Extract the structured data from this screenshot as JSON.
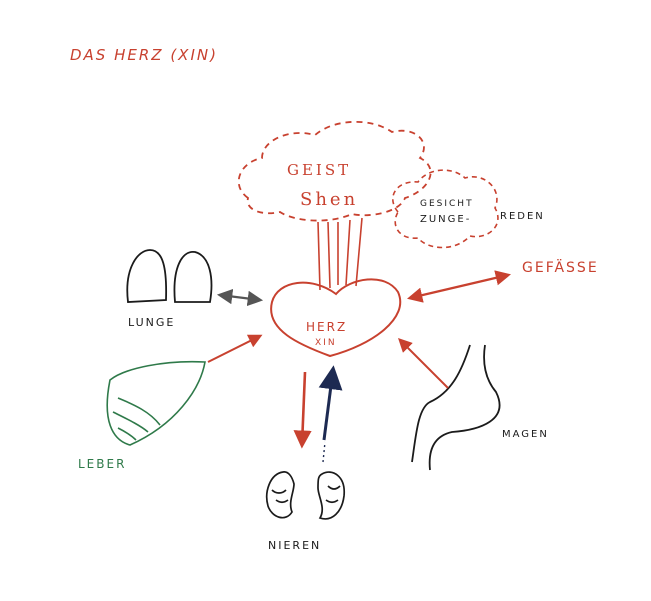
{
  "title": "DAS HERZ (XIN)",
  "colors": {
    "red": "#c8412f",
    "dark_red": "#b63022",
    "green": "#2f7a4a",
    "black": "#1b1b1b",
    "navy": "#1d2a52"
  },
  "center": {
    "label_top": "HERZ",
    "label_bottom": "XIN"
  },
  "spirit": {
    "label_top": "GEIST",
    "label_bottom": "Shen"
  },
  "senses": {
    "line1": "GESICHT",
    "line2": "ZUNGE-",
    "line3": "REDEN"
  },
  "organs": {
    "lung": "LUNGE",
    "liver": "LEBER",
    "kidneys": "NIEREN",
    "stomach": "MAGEN",
    "vessels": "GEFÄSSE"
  }
}
